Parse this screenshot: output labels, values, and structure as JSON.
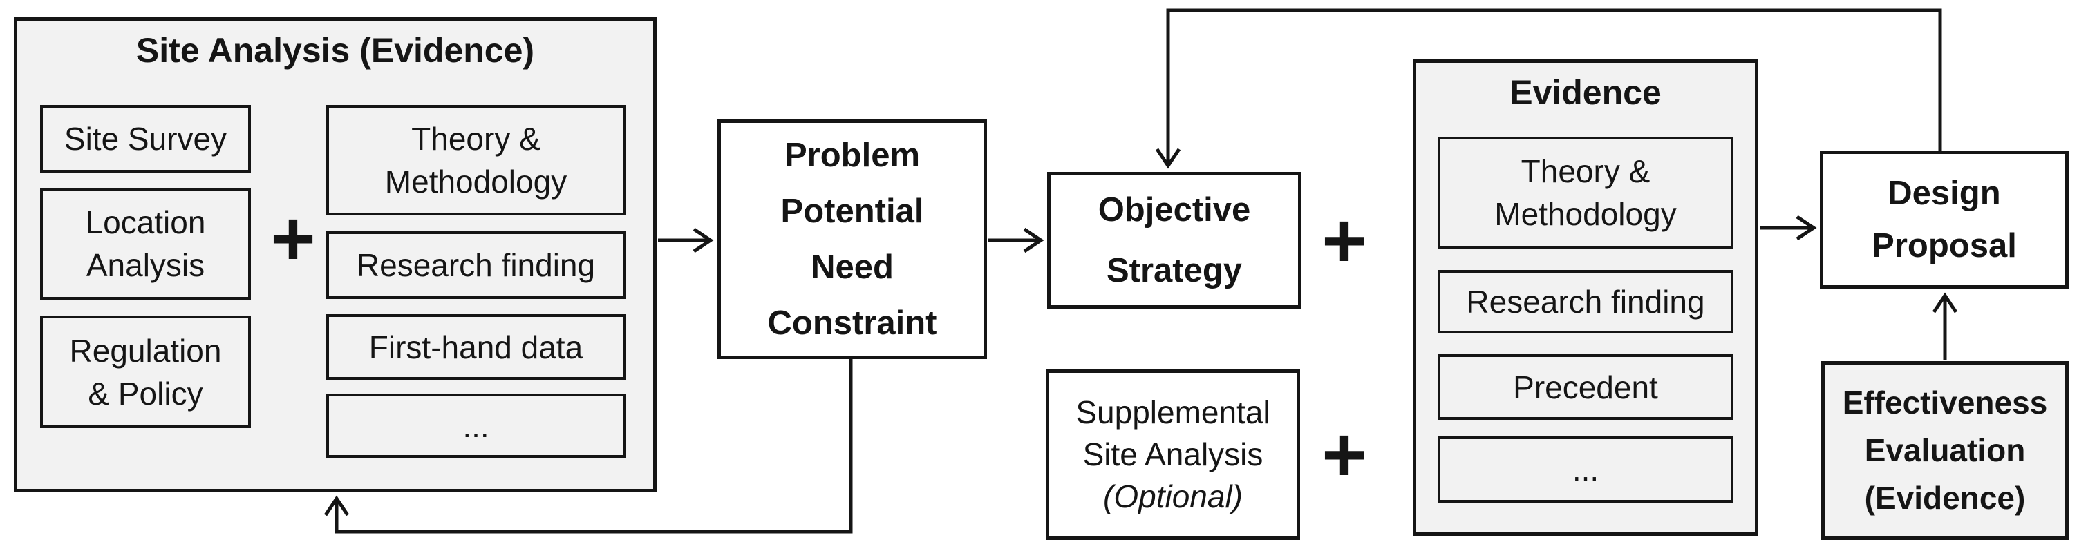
{
  "diagram": {
    "operators": {
      "plus": "+"
    },
    "site_analysis": {
      "title": "Site Analysis (Evidence)",
      "left_items": [
        "Site Survey",
        "Location\nAnalysis",
        "Regulation\n& Policy"
      ],
      "right_items": [
        "Theory &\nMethodology",
        "Research finding",
        "First-hand data",
        "..."
      ]
    },
    "problem": {
      "label": "Problem\nPotential\nNeed\nConstraint"
    },
    "objective": {
      "label": "Objective\nStrategy"
    },
    "supplemental": {
      "label": "Supplemental\nSite Analysis",
      "optional": "(Optional)"
    },
    "evidence": {
      "title": "Evidence",
      "items": [
        "Theory &\nMethodology",
        "Research finding",
        "Precedent",
        "..."
      ]
    },
    "design": {
      "label": "Design\nProposal"
    },
    "effectiveness": {
      "label": "Effectiveness\nEvaluation\n(Evidence)"
    },
    "colors": {
      "panel_bg": "#f2f2f2",
      "box_bg": "#ffffff",
      "line": "#151515",
      "text": "#151515"
    }
  }
}
